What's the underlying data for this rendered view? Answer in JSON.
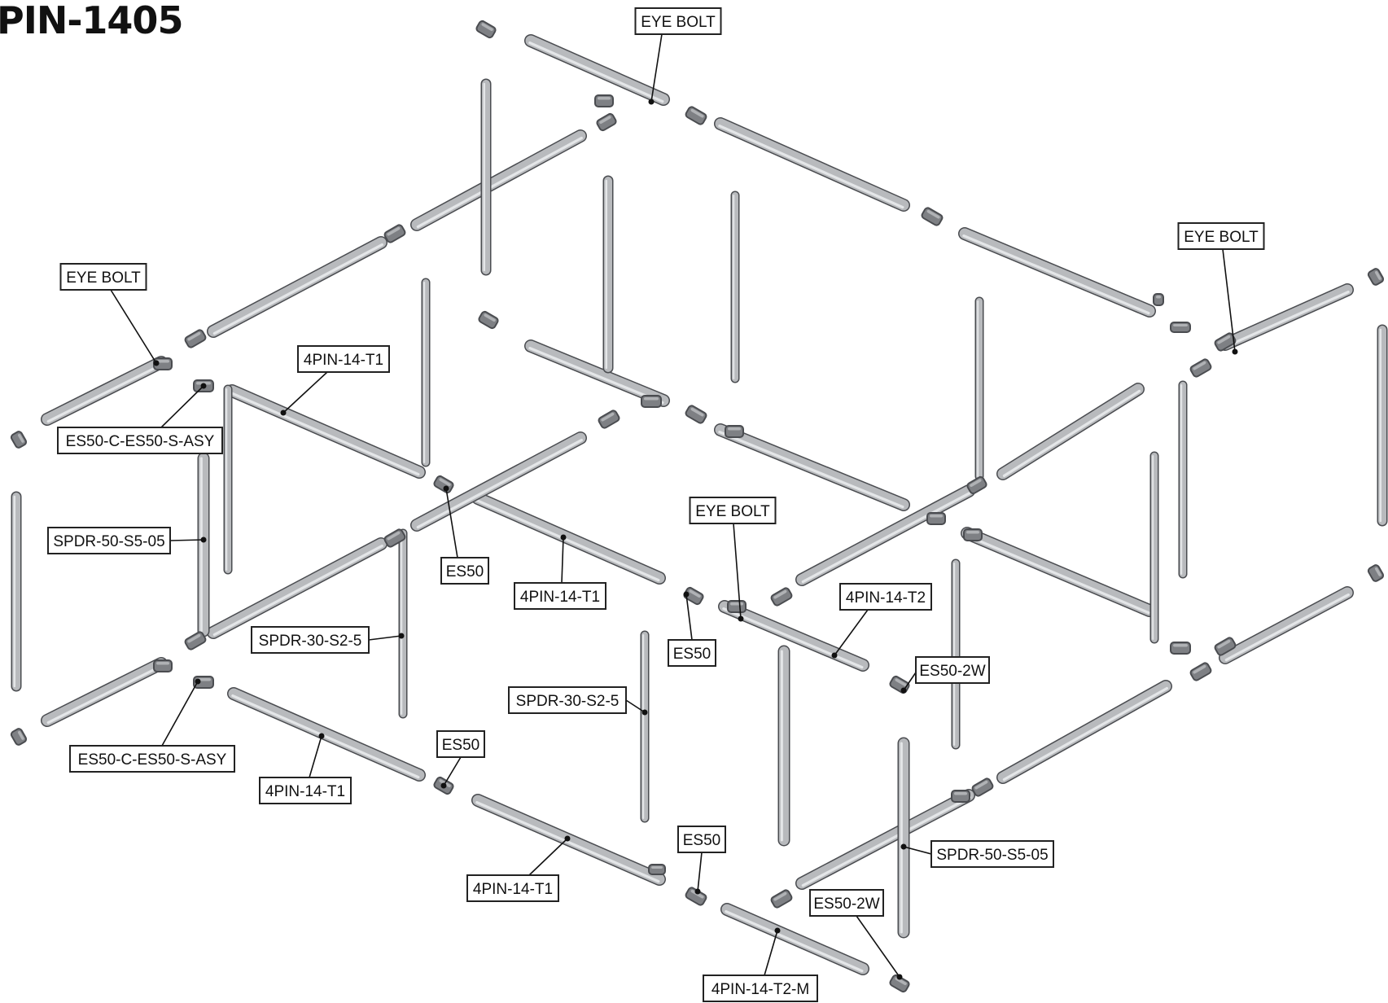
{
  "title": "PIN-1405",
  "colors": {
    "tube": "#b8babd",
    "tube_edge": "#4a4c50",
    "fitting": "#7e8084",
    "label_border": "#222222",
    "leader": "#111111"
  },
  "labels": [
    {
      "id": "eye-bolt-top",
      "text": "EYE BOLT"
    },
    {
      "id": "eye-bolt-right",
      "text": "EYE BOLT"
    },
    {
      "id": "eye-bolt-left",
      "text": "EYE BOLT"
    },
    {
      "id": "4pin-14-t1-a",
      "text": "4PIN-14-T1"
    },
    {
      "id": "es50-c-es50-s-asy-a",
      "text": "ES50-C-ES50-S-ASY"
    },
    {
      "id": "spdr-50-s5-05-a",
      "text": "SPDR-50-S5-05"
    },
    {
      "id": "es50-a",
      "text": "ES50"
    },
    {
      "id": "4pin-14-t1-b",
      "text": "4PIN-14-T1"
    },
    {
      "id": "eye-bolt-center",
      "text": "EYE BOLT"
    },
    {
      "id": "4pin-14-t2",
      "text": "4PIN-14-T2"
    },
    {
      "id": "spdr-30-s2-5-a",
      "text": "SPDR-30-S2-5"
    },
    {
      "id": "es50-b",
      "text": "ES50"
    },
    {
      "id": "es50-2w-a",
      "text": "ES50-2W"
    },
    {
      "id": "spdr-30-s2-5-b",
      "text": "SPDR-30-S2-5"
    },
    {
      "id": "es50-c-es50-s-asy-b",
      "text": "ES50-C-ES50-S-ASY"
    },
    {
      "id": "es50-c",
      "text": "ES50"
    },
    {
      "id": "4pin-14-t1-c",
      "text": "4PIN-14-T1"
    },
    {
      "id": "es50-d",
      "text": "ES50"
    },
    {
      "id": "spdr-50-s5-05-b",
      "text": "SPDR-50-S5-05"
    },
    {
      "id": "4pin-14-t1-d",
      "text": "4PIN-14-T1"
    },
    {
      "id": "es50-2w-b",
      "text": "ES50-2W"
    },
    {
      "id": "4pin-14-t2-m",
      "text": "4PIN-14-T2-M"
    }
  ]
}
